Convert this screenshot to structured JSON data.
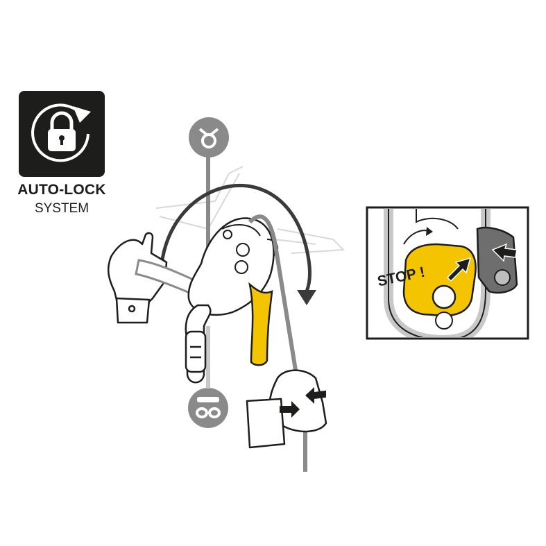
{
  "badge": {
    "title": "AUTO-LOCK",
    "subtitle": "SYSTEM",
    "icon": "padlock-rotate-icon"
  },
  "detail": {
    "stop_label": "STOP !"
  },
  "colors": {
    "dark": "#1d1d1b",
    "yellow": "#f5c400",
    "grey": "#8a8a8a",
    "light_grey": "#c8c8c8"
  }
}
